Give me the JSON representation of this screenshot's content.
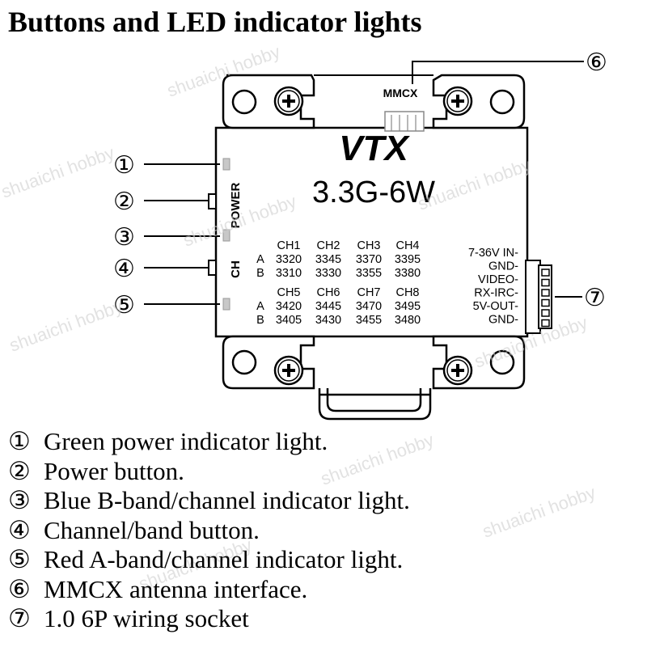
{
  "title": "Buttons and LED indicator lights",
  "board": {
    "logo": "VTX",
    "model": "3.3G-6W",
    "antenna_label": "MMCX",
    "power_label": "POWER",
    "ch_label": "CH",
    "channel_table": {
      "group1": {
        "headers": [
          "CH1",
          "CH2",
          "CH3",
          "CH4"
        ],
        "rows": [
          {
            "band": "A",
            "values": [
              "3320",
              "3345",
              "3370",
              "3395"
            ]
          },
          {
            "band": "B",
            "values": [
              "3310",
              "3330",
              "3355",
              "3380"
            ]
          }
        ]
      },
      "group2": {
        "headers": [
          "CH5",
          "CH6",
          "CH7",
          "CH8"
        ],
        "rows": [
          {
            "band": "A",
            "values": [
              "3420",
              "3445",
              "3470",
              "3495"
            ]
          },
          {
            "band": "B",
            "values": [
              "3405",
              "3430",
              "3455",
              "3480"
            ]
          }
        ]
      }
    },
    "pins": [
      "7-36V IN-",
      "GND-",
      "VIDEO-",
      "RX-IRC-",
      "5V-OUT-",
      "GND-"
    ]
  },
  "callouts": [
    "①",
    "②",
    "③",
    "④",
    "⑤",
    "⑥",
    "⑦"
  ],
  "legend": [
    {
      "num": "①",
      "text": "Green power indicator light."
    },
    {
      "num": "②",
      "text": "Power button."
    },
    {
      "num": "③",
      "text": "Blue B-band/channel indicator light."
    },
    {
      "num": "④",
      "text": "Channel/band button."
    },
    {
      "num": "⑤",
      "text": "Red A-band/channel indicator light."
    },
    {
      "num": "⑥",
      "text": "MMCX antenna interface."
    },
    {
      "num": "⑦",
      "text": "1.0 6P wiring socket"
    }
  ],
  "watermark": "shuaichi hobby"
}
